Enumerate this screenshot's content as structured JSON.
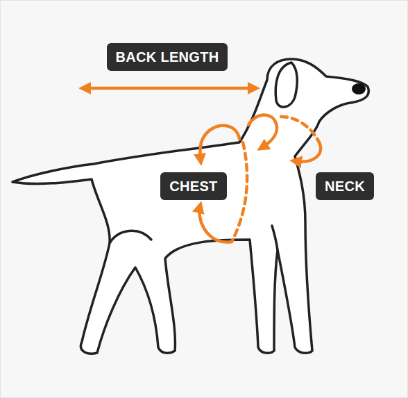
{
  "diagram": {
    "nodes": [
      {
        "text": [
          "BACK LENGTH"
        ]
      },
      {
        "text": [
          "CHEST"
        ]
      },
      {
        "text": [
          "NECK"
        ]
      }
    ]
  }
}
